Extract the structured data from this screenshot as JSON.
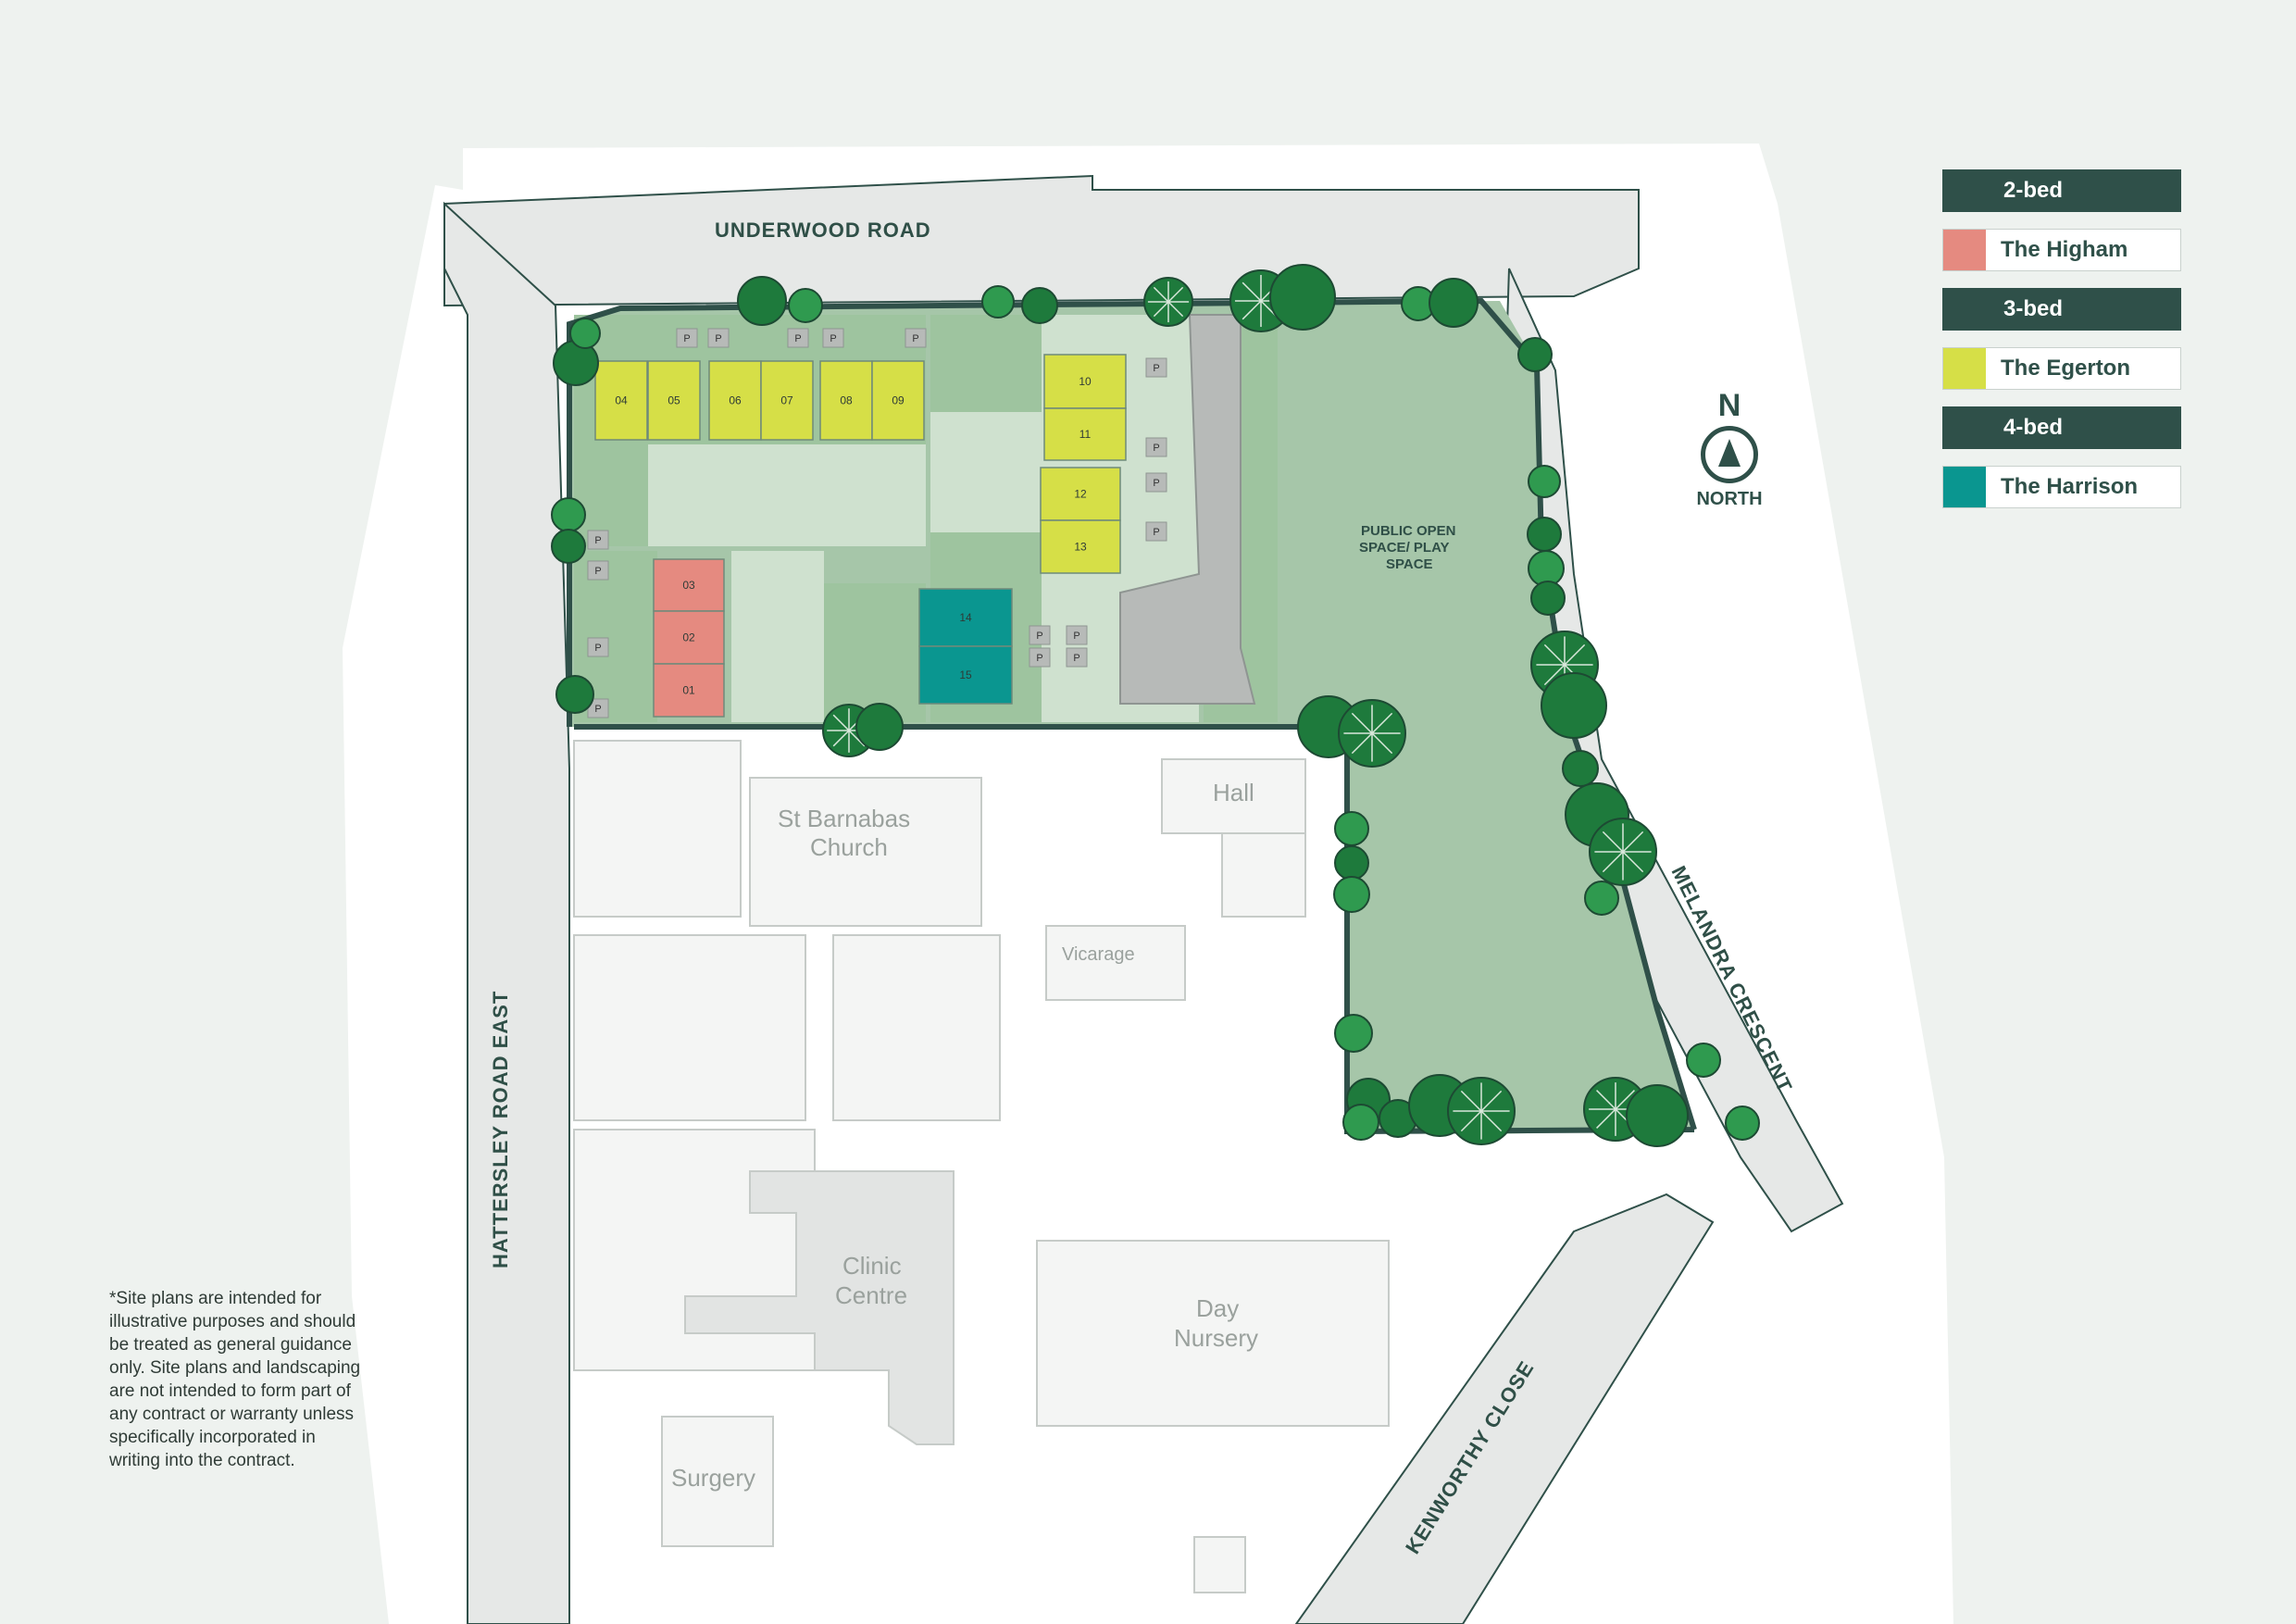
{
  "roads": {
    "underwood": "UNDERWOOD ROAD",
    "hattersley": "HATTERSLEY ROAD EAST",
    "melandra": "MELANDRA CRESCENT",
    "kenworthy": "KENWORTHY CLOSE"
  },
  "buildings": {
    "church_line1": "St Barnabas",
    "church_line2": "Church",
    "hall": "Hall",
    "vicarage": "Vicarage",
    "clinic_line1": "Clinic",
    "clinic_line2": "Centre",
    "nursery_line1": "Day",
    "nursery_line2": "Nursery",
    "surgery": "Surgery"
  },
  "open_space": {
    "line1": "PUBLIC OPEN",
    "line2": "SPACE/ PLAY",
    "line3": "SPACE"
  },
  "plots": [
    {
      "id": "04",
      "type": "The Egerton"
    },
    {
      "id": "05",
      "type": "The Egerton"
    },
    {
      "id": "06",
      "type": "The Egerton"
    },
    {
      "id": "07",
      "type": "The Egerton"
    },
    {
      "id": "08",
      "type": "The Egerton"
    },
    {
      "id": "09",
      "type": "The Egerton"
    },
    {
      "id": "10",
      "type": "The Egerton"
    },
    {
      "id": "11",
      "type": "The Egerton"
    },
    {
      "id": "12",
      "type": "The Egerton"
    },
    {
      "id": "13",
      "type": "The Egerton"
    },
    {
      "id": "03",
      "type": "The Higham"
    },
    {
      "id": "02",
      "type": "The Higham"
    },
    {
      "id": "01",
      "type": "The Higham"
    },
    {
      "id": "14",
      "type": "The Harrison"
    },
    {
      "id": "15",
      "type": "The Harrison"
    }
  ],
  "parking_label": "P",
  "legend": {
    "groups": [
      {
        "heading": "2-bed",
        "item": "The Higham",
        "color": "#e58a80"
      },
      {
        "heading": "3-bed",
        "item": "The Egerton",
        "color": "#d6df47"
      },
      {
        "heading": "4-bed",
        "item": "The Harrison",
        "color": "#0a9690"
      }
    ]
  },
  "north": {
    "letter": "N",
    "word": "NORTH"
  },
  "disclaimer": "*Site plans are intended for\nillustrative purposes and should\nbe treated as general guidance\nonly. Site plans and landscaping\nare not intended to form part of\nany contract or warranty unless\nspecifically incorporated in\nwriting into the contract.",
  "colors": {
    "boundary": "#2f5049",
    "tree_dark": "#1e7a3c",
    "tree_light": "#2f9a4f",
    "open_space": "#a6c6a9",
    "garden_mid": "#9ec49f",
    "garden_light": "#cfe1cf",
    "road": "#e6e8e7",
    "white_area": "#ffffff"
  }
}
